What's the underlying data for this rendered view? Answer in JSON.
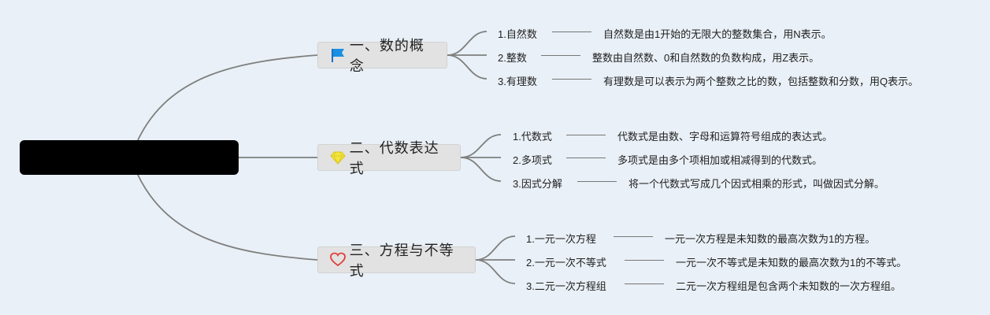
{
  "central": {
    "title": ""
  },
  "branches": [
    {
      "title": "一、数的概念",
      "icon": "flag-icon",
      "icon_color": "#1a8fe3",
      "items": [
        {
          "label": "1.自然数",
          "desc": "自然数是由1开始的无限大的整数集合，用N表示。"
        },
        {
          "label": "2.整数",
          "desc": "整数由自然数、0和自然数的负数构成，用Z表示。"
        },
        {
          "label": "3.有理数",
          "desc": "有理数是可以表示为两个整数之比的数，包括整数和分数，用Q表示。"
        }
      ]
    },
    {
      "title": "二、代数表达式",
      "icon": "diamond-icon",
      "icon_color": "#f3e53a",
      "items": [
        {
          "label": "1.代数式",
          "desc": "代数式是由数、字母和运算符号组成的表达式。"
        },
        {
          "label": "2.多项式",
          "desc": "多项式是由多个项相加或相减得到的代数式。"
        },
        {
          "label": "3.因式分解",
          "desc": "将一个代数式写成几个因式相乘的形式，叫做因式分解。"
        }
      ]
    },
    {
      "title": "三、方程与不等式",
      "icon": "heart-icon",
      "icon_color": "#e0403a",
      "items": [
        {
          "label": "1.一元一次方程",
          "desc": "一元一次方程是未知数的最高次数为1的方程。"
        },
        {
          "label": "2.一元一次不等式",
          "desc": "一元一次不等式是未知数的最高次数为1的不等式。"
        },
        {
          "label": "3.二元一次方程组",
          "desc": "二元一次方程组是包含两个未知数的一次方程组。"
        }
      ]
    }
  ]
}
